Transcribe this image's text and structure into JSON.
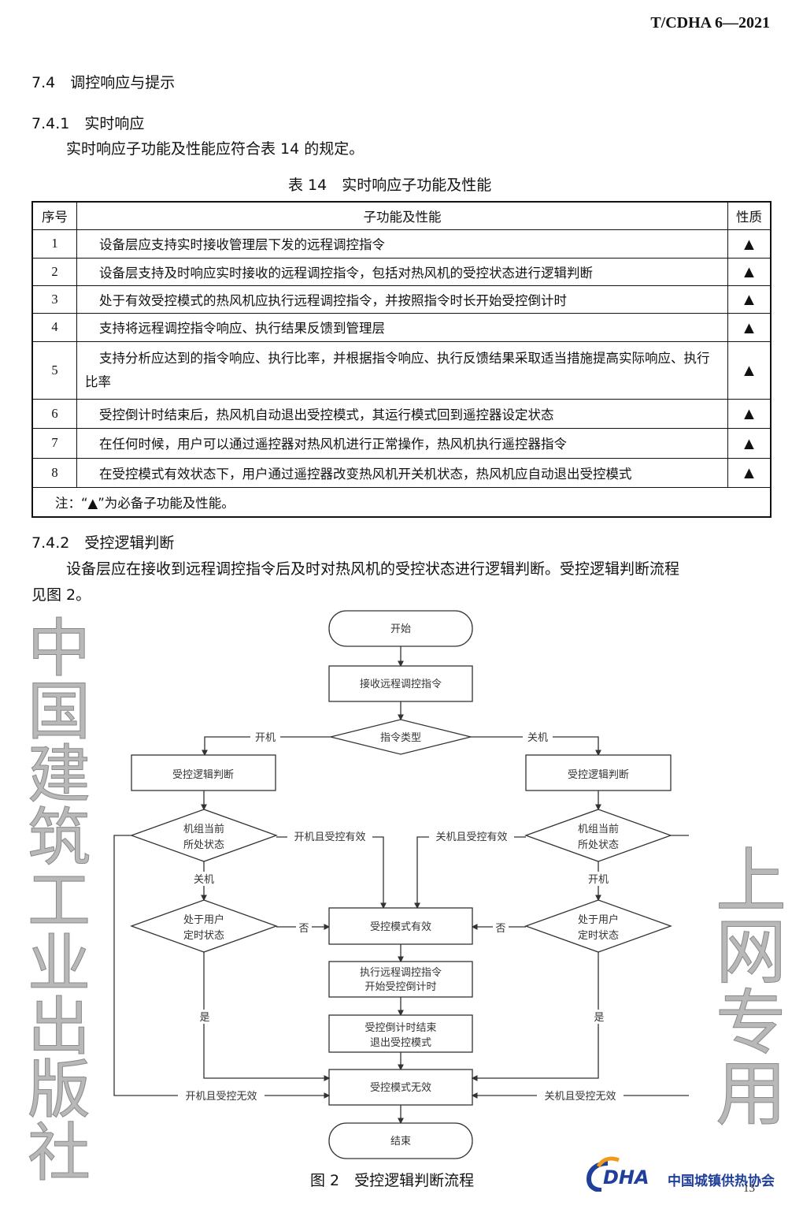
{
  "header": {
    "standard_no": "T/CDHA 6—2021"
  },
  "section": {
    "title": "7.4　调控响应与提示",
    "s1": {
      "title": "7.4.1　实时响应",
      "text": "实时响应子功能及性能应符合表 14 的规定。"
    },
    "s2": {
      "title": "7.4.2　受控逻辑判断",
      "text1": "设备层应在接收到远程调控指令后及时对热风机的受控状态进行逻辑判断。受控逻辑判断流程",
      "text2": "见图 2。"
    }
  },
  "table": {
    "caption": "表 14　实时响应子功能及性能",
    "headers": [
      "序号",
      "子功能及性能",
      "性质"
    ],
    "rows": [
      {
        "no": "1",
        "text": "设备层应支持实时接收管理层下发的远程调控指令",
        "mark": "▲"
      },
      {
        "no": "2",
        "text": "设备层支持及时响应实时接收的远程调控指令，包括对热风机的受控状态进行逻辑判断",
        "mark": "▲"
      },
      {
        "no": "3",
        "text": "处于有效受控模式的热风机应执行远程调控指令，并按照指令时长开始受控倒计时",
        "mark": "▲"
      },
      {
        "no": "4",
        "text": "支持将远程调控指令响应、执行结果反馈到管理层",
        "mark": "▲"
      },
      {
        "no": "5",
        "text": "支持分析应达到的指令响应、执行比率，并根据指令响应、执行反馈结果采取适当措施提高实际响应、执行比率",
        "mark": "▲"
      },
      {
        "no": "6",
        "text": "受控倒计时结束后，热风机自动退出受控模式，其运行模式回到遥控器设定状态",
        "mark": "▲"
      },
      {
        "no": "7",
        "text": "在任何时候，用户可以通过遥控器对热风机进行正常操作，热风机执行遥控器指令",
        "mark": "▲"
      },
      {
        "no": "8",
        "text": "在受控模式有效状态下，用户通过遥控器改变热风机开关机状态，热风机应自动退出受控模式",
        "mark": "▲"
      }
    ],
    "note": "注：“▲”为必备子功能及性能。"
  },
  "flow": {
    "start": "开始",
    "receive": "接收远程调控指令",
    "type": "指令类型",
    "on": "开机",
    "off": "关机",
    "judge": "受控逻辑判断",
    "state1": "机组当前",
    "state2": "所处状态",
    "on_valid": "开机且受控有效",
    "off_valid": "关机且受控有效",
    "timer1": "处于用户",
    "timer2": "定时状态",
    "no": "否",
    "yes": "是",
    "valid": "受控模式有效",
    "exec1": "执行远程调控指令",
    "exec2": "开始受控倒计时",
    "end1": "受控倒计时结束",
    "end2": "退出受控模式",
    "invalid": "受控模式无效",
    "on_invalid": "开机且受控无效",
    "off_invalid": "关机且受控无效",
    "finish": "结束"
  },
  "figure": {
    "caption": "图 2　受控逻辑判断流程"
  },
  "watermark": {
    "line1": "中国建筑工业出版社",
    "line2": "上网专用"
  },
  "footer": {
    "logo_text": "DHA",
    "org": "中国城镇供热协会",
    "page": "13"
  },
  "colors": {
    "logo_blue": "#1f3f9a",
    "logo_orange": "#f09a1a"
  }
}
